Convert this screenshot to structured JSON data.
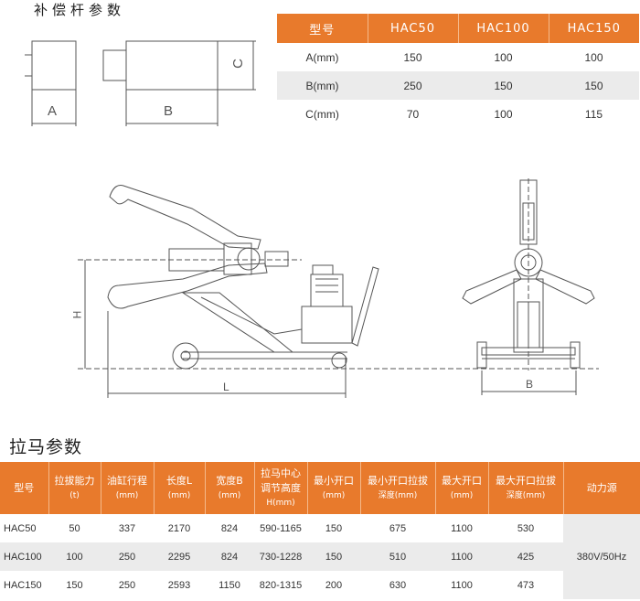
{
  "compensation": {
    "title": "补偿杆参数",
    "labels": {
      "a": "A",
      "b": "B",
      "c": "C"
    },
    "headers": [
      "型号",
      "HAC50",
      "HAC100",
      "HAC150"
    ],
    "rows": [
      [
        "A(mm)",
        "150",
        "100",
        "100"
      ],
      [
        "B(mm)",
        "250",
        "150",
        "150"
      ],
      [
        "C(mm)",
        "70",
        "100",
        "115"
      ]
    ]
  },
  "machine": {
    "labels": {
      "h": "H",
      "l": "L",
      "b": "B"
    }
  },
  "puller": {
    "title": "拉马参数",
    "headers": [
      {
        "main": "型号",
        "sub": ""
      },
      {
        "main": "拉拔能力",
        "sub": "(t)"
      },
      {
        "main": "油缸行程",
        "sub": "(mm)"
      },
      {
        "main": "长度L",
        "sub": "(mm)"
      },
      {
        "main": "宽度B",
        "sub": "(mm)"
      },
      {
        "main": "拉马中心",
        "main2": "调节高度",
        "sub": "H(mm)"
      },
      {
        "main": "最小开口",
        "sub": "(mm)"
      },
      {
        "main": "最小开口拉拔",
        "sub": "深度(mm)"
      },
      {
        "main": "最大开口",
        "sub": "(mm)"
      },
      {
        "main": "最大开口拉拔",
        "sub": "深度(mm)"
      },
      {
        "main": "动力源",
        "sub": ""
      }
    ],
    "rows": [
      [
        "HAC50",
        "50",
        "337",
        "2170",
        "824",
        "590-1165",
        "150",
        "675",
        "1100",
        "530"
      ],
      [
        "HAC100",
        "100",
        "250",
        "2295",
        "824",
        "730-1228",
        "150",
        "510",
        "1100",
        "425"
      ],
      [
        "HAC150",
        "150",
        "250",
        "2593",
        "1150",
        "820-1315",
        "200",
        "630",
        "1100",
        "473"
      ]
    ],
    "power": "380V/50Hz"
  },
  "colors": {
    "accent": "#e87a2c",
    "alt_row": "#ebebeb"
  }
}
